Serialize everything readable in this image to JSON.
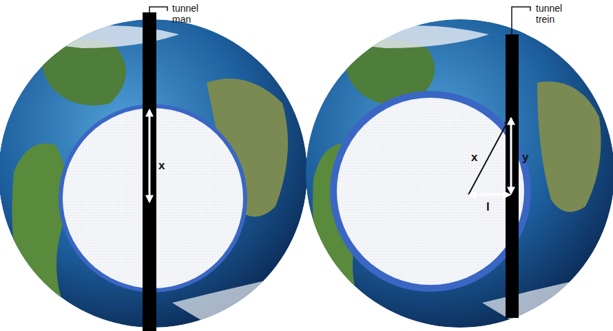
{
  "diagram": {
    "labels": [
      "tunnel man",
      "x",
      "tunnel trein",
      "x",
      "y",
      "l"
    ]
  }
}
